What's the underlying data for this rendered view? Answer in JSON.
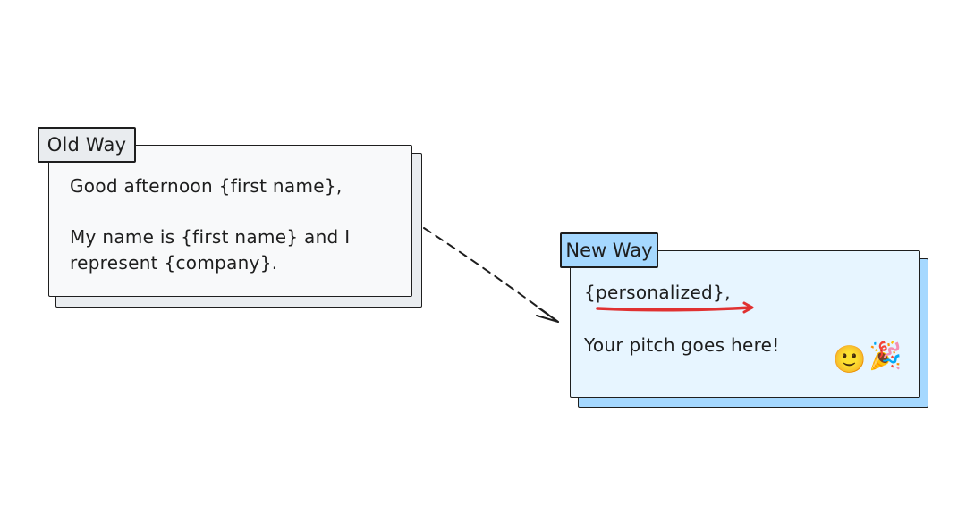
{
  "old_way": {
    "tag": "Old Way",
    "line1": "Good afternoon {first name},",
    "line2": "My name is {first name} and I",
    "line3": "represent {company}."
  },
  "new_way": {
    "tag": "New Way",
    "line1": "{personalized},",
    "line2": "Your pitch goes here!",
    "emoji1": "🙂",
    "emoji2": "🎉"
  },
  "colors": {
    "old_tag_fill": "#e9ecef",
    "old_card_fill": "#f8f9fa",
    "new_tag_fill": "#a5d8ff",
    "new_card_fill": "#e7f5ff",
    "underline": "#e03131",
    "stroke": "#1e1e1e"
  }
}
